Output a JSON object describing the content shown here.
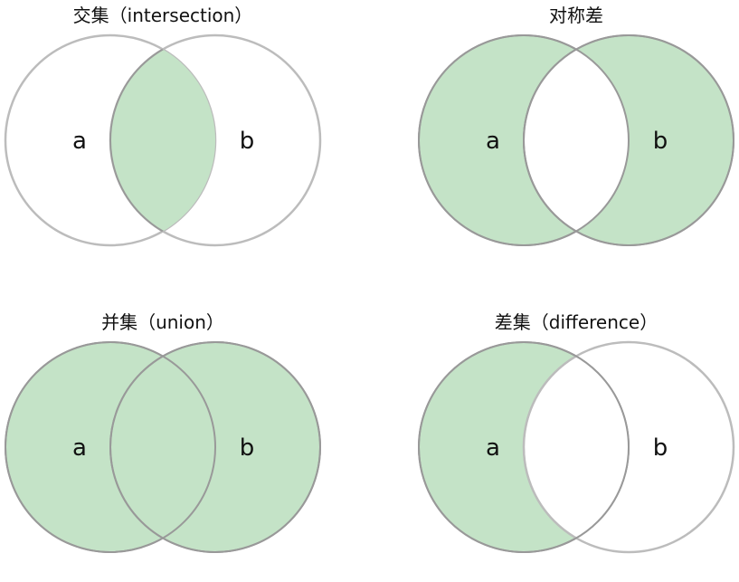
{
  "colors": {
    "fill": "#c4e3c7",
    "stroke_light": "#bcbcbc",
    "stroke_dark": "#999999",
    "background": "#ffffff",
    "text": "#111111"
  },
  "panels": [
    {
      "id": "intersection",
      "title": "交集（intersection）",
      "label_a": "a",
      "label_b": "b",
      "shaded_regions": [
        "a∩b"
      ]
    },
    {
      "id": "symdiff",
      "title": "对称差",
      "label_a": "a",
      "label_b": "b",
      "shaded_regions": [
        "a−b",
        "b−a"
      ]
    },
    {
      "id": "union",
      "title": "并集（union）",
      "label_a": "a",
      "label_b": "b",
      "shaded_regions": [
        "a−b",
        "a∩b",
        "b−a"
      ]
    },
    {
      "id": "difference",
      "title": "差集（difference）",
      "label_a": "a",
      "label_b": "b",
      "shaded_regions": [
        "a−b"
      ]
    }
  ]
}
